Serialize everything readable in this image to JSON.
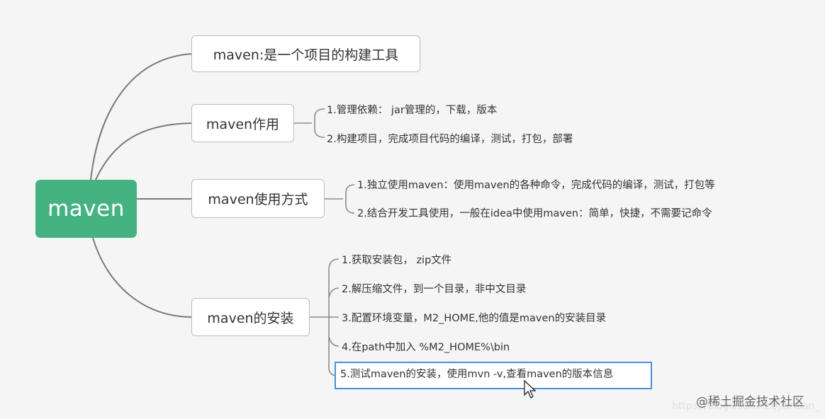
{
  "mindmap": {
    "root": {
      "label": "maven",
      "color": "#45b282"
    },
    "branches": [
      {
        "label": "maven:是一个项目的构建工具",
        "children": []
      },
      {
        "label": "maven作用",
        "children": [
          "1.管理依赖： jar管理的，下载，版本",
          "2.构建项目，完成项目代码的编译，测试，打包，部署"
        ]
      },
      {
        "label": "maven使用方式",
        "children": [
          "1.独立使用maven：使用maven的各种命令，完成代码的编译，测试，打包等",
          "2.结合开发工具使用，一般在idea中使用maven：简单，快捷，不需要记命令"
        ]
      },
      {
        "label": "maven的安装",
        "children": [
          "1.获取安装包， zip文件",
          "2.解压缩文件，到一个目录，非中文目录",
          "3.配置环境变量，M2_HOME,他的值是maven的安装目录",
          "4.在path中加入 %M2_HOME%\\bin",
          "5.测试maven的安装，使用mvn -v,查看maven的版本信息"
        ]
      }
    ],
    "selected_node": "5.测试maven的安装，使用mvn -v,查看maven的版本信息",
    "selection_color": "#4a90d9"
  },
  "watermark": {
    "text": "@稀土掘金技术社区",
    "url": "https://blog.csdn.net/jianban_"
  }
}
